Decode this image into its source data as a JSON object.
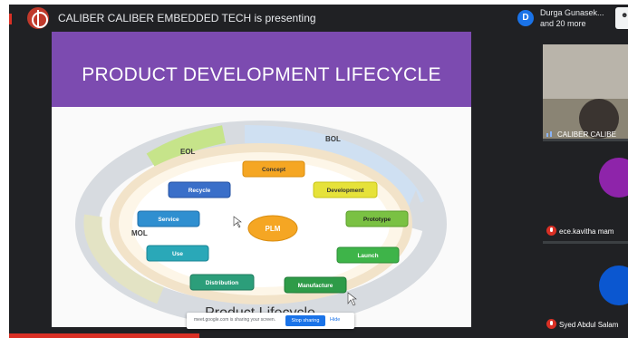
{
  "header": {
    "presenting_title": "CALIBER CALIBER EMBEDDED TECH is presenting",
    "participant_initial": "D",
    "participant_name": "Durga Gunasek...",
    "participant_more": "and 20 more",
    "top_right_icon": "people-icon"
  },
  "slide": {
    "title": "PRODUCT DEVELOPMENT LIFECYCLE",
    "center": "PLM",
    "phase_labels": [
      "EOL",
      "BOL",
      "MOL"
    ],
    "stages": [
      "Concept",
      "Development",
      "Prototype",
      "Launch",
      "Manufacture",
      "Distribution",
      "Use",
      "Service",
      "Recycle"
    ],
    "ring_text": "Product Lifecycle",
    "colors": {
      "header": "#7c4bb0",
      "concept": "#f5a623",
      "development": "#e6e23a",
      "prototype": "#7ac143",
      "launch": "#3eb449",
      "manufacture": "#2e9b48",
      "distribution": "#2c9e7a",
      "use": "#2aa8b8",
      "service": "#2f8fd0",
      "recycle": "#3a6fc9",
      "plm": "#f5a623"
    }
  },
  "sidebar": {
    "tiles": [
      {
        "name": "CALIBER CALIBE",
        "mic": "mic-on-icon"
      },
      {
        "name": "ece.kavitha mam",
        "mic": "mic-off-icon"
      },
      {
        "name": "Syed Abdul Salam",
        "mic": "mic-off-icon"
      }
    ]
  },
  "sharebar": {
    "text": "meet.google.com is sharing your screen.",
    "stop_label": "Stop sharing",
    "hide_label": "Hide"
  }
}
